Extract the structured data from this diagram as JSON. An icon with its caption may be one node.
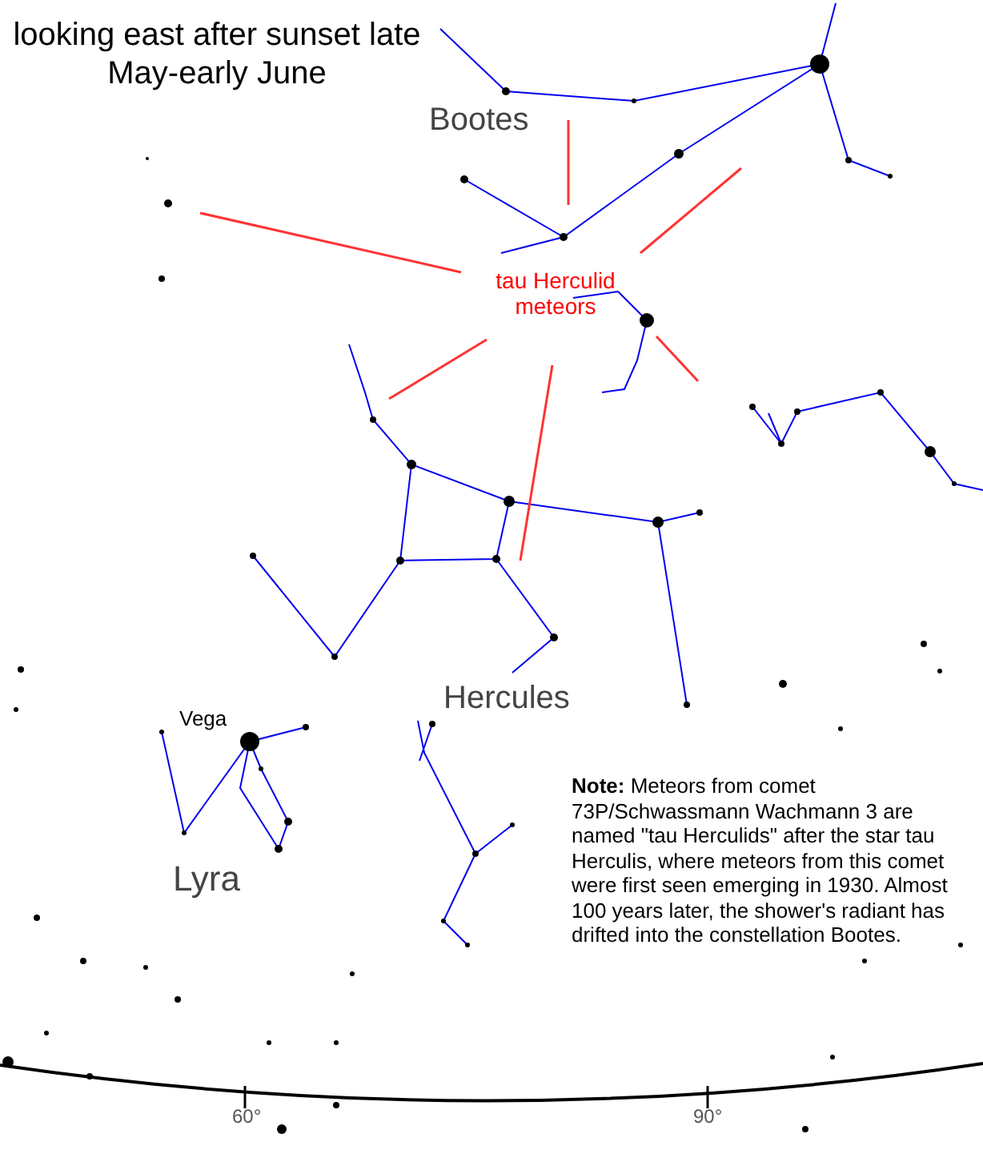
{
  "diagram": {
    "title": "looking east after sunset late May-early June",
    "labels": [
      "Bootes",
      "tau Herculid meteors",
      "Hercules",
      "Vega",
      "Lyra",
      "**Note:** Meteors from comet 73P/Schwassmann Wachmann 3 are named \"tau Herculids\" after the star tau Herculis, where meteors from this comet were first seen emerging in 1930. Almost 100 years later, the shower's radiant has drifted into the constellation Bootes.",
      "60°",
      "90°"
    ]
  }
}
